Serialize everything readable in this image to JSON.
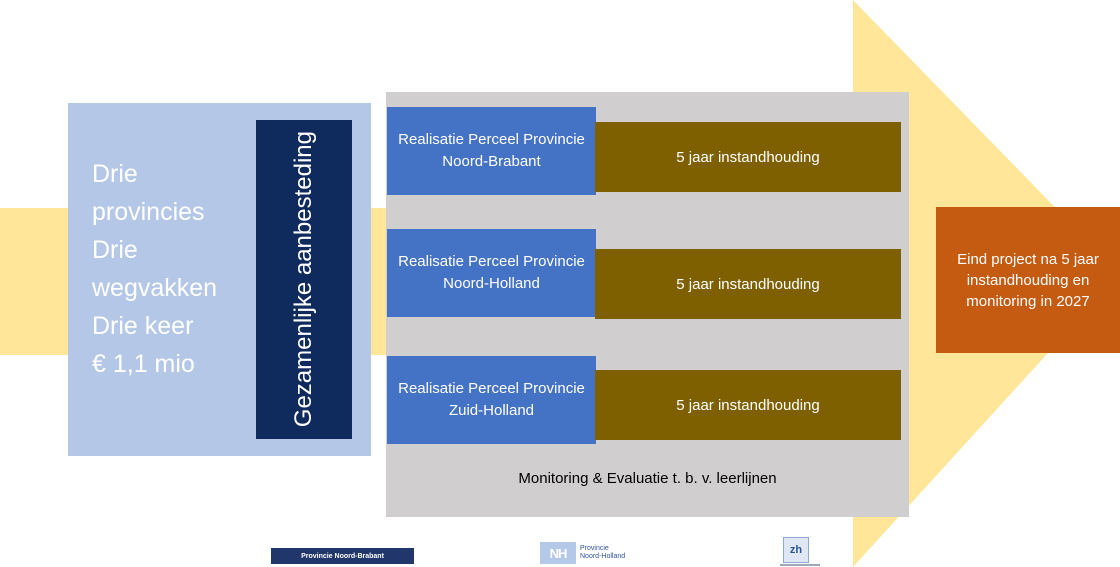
{
  "intro": {
    "lines": [
      "Drie",
      "provincies",
      "Drie",
      "wegvakken",
      "Drie keer",
      "€ 1,1 mio"
    ]
  },
  "tender": {
    "label": "Gezamenlijke aanbesteding"
  },
  "parcels": [
    {
      "realisation": "Realisatie Perceel Provincie Noord-Brabant",
      "maintenance": "5 jaar instandhouding"
    },
    {
      "realisation": "Realisatie Perceel Provincie Noord-Holland",
      "maintenance": "5 jaar instandhouding"
    },
    {
      "realisation": "Realisatie Perceel Provincie Zuid-Holland",
      "maintenance": "5 jaar instandhouding"
    }
  ],
  "monitoring": {
    "label": "Monitoring & Evaluatie t. b. v. leerlijnen"
  },
  "end": {
    "label": "Eind project na 5 jaar instandhouding en monitoring in 2027"
  },
  "logos": {
    "brabant": "Provincie Noord-Brabant",
    "noord_holland_mark": "NH",
    "noord_holland_line1": "Provincie",
    "noord_holland_line2": "Noord-Holland",
    "zuid_holland_mark": "zh"
  },
  "colors": {
    "arrow": "#ffe699",
    "intro_panel": "#b4c7e7",
    "tender_box": "#0f2a5c",
    "projects_panel": "#d0cece",
    "realisation": "#4472c4",
    "maintenance": "#7f6000",
    "end_box": "#c55a11"
  }
}
